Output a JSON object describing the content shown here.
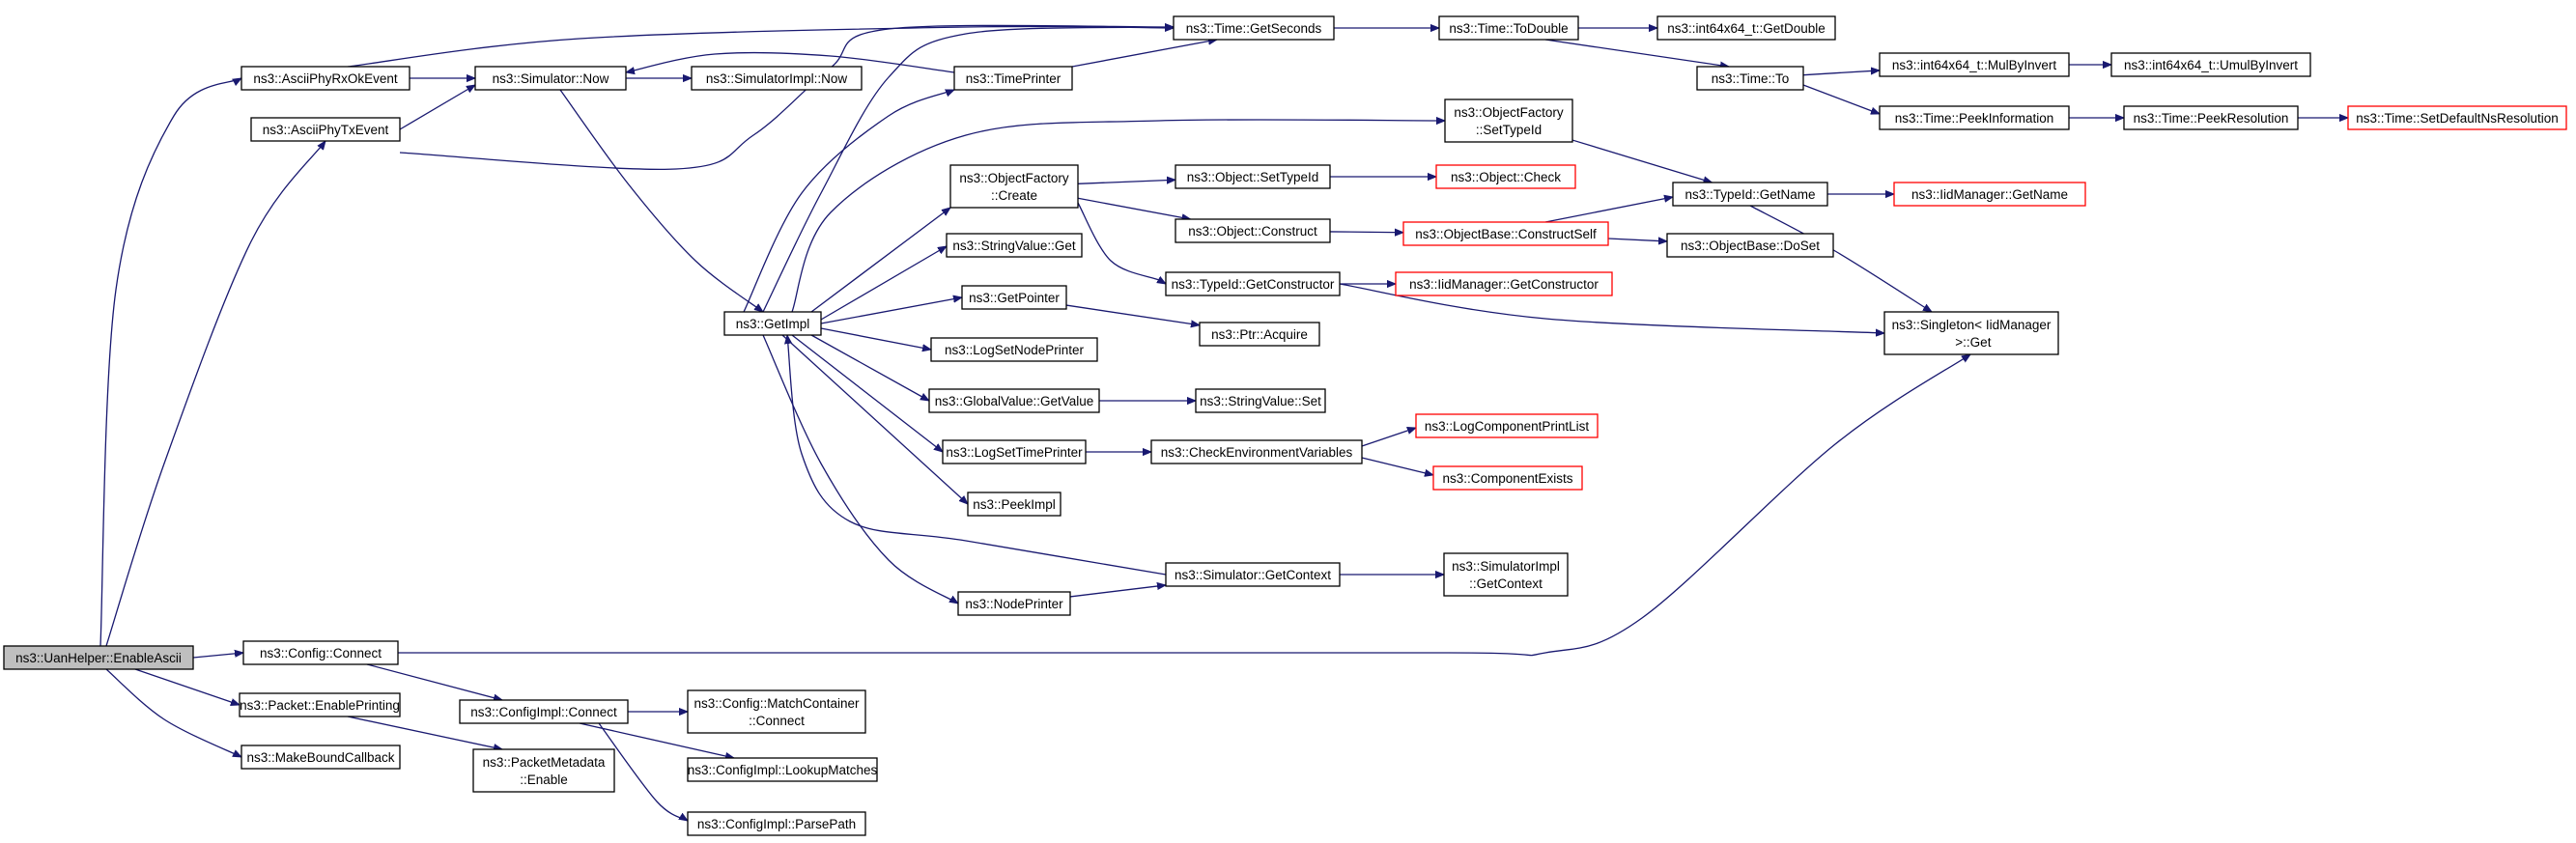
{
  "diagram": {
    "title": "",
    "colors": {
      "edge": "#191970",
      "root_fill": "#bfbfbf",
      "truncated_border": "#ff0000",
      "border": "#000000",
      "background": "#ffffff"
    },
    "nodes": [
      {
        "id": "root",
        "lines": [
          "ns3::UanHelper::EnableAscii"
        ],
        "style": "root"
      },
      {
        "id": "rx",
        "lines": [
          "ns3::AsciiPhyRxOkEvent"
        ]
      },
      {
        "id": "tx",
        "lines": [
          "ns3::AsciiPhyTxEvent"
        ]
      },
      {
        "id": "simnow",
        "lines": [
          "ns3::Simulator::Now"
        ]
      },
      {
        "id": "simimplnow",
        "lines": [
          "ns3::SimulatorImpl::Now"
        ]
      },
      {
        "id": "getimpl",
        "lines": [
          "ns3::GetImpl"
        ]
      },
      {
        "id": "timeprinter",
        "lines": [
          "ns3::TimePrinter"
        ]
      },
      {
        "id": "getseconds",
        "lines": [
          "ns3::Time::GetSeconds"
        ]
      },
      {
        "id": "todouble",
        "lines": [
          "ns3::Time::ToDouble"
        ]
      },
      {
        "id": "getdouble",
        "lines": [
          "ns3::int64x64_t::GetDouble"
        ]
      },
      {
        "id": "timeto",
        "lines": [
          "ns3::Time::To"
        ]
      },
      {
        "id": "mulbyinvert",
        "lines": [
          "ns3::int64x64_t::MulByInvert"
        ]
      },
      {
        "id": "umulbyinvert",
        "lines": [
          "ns3::int64x64_t::UmulByInvert"
        ]
      },
      {
        "id": "peekinfo",
        "lines": [
          "ns3::Time::PeekInformation"
        ]
      },
      {
        "id": "peekres",
        "lines": [
          "ns3::Time::PeekResolution"
        ]
      },
      {
        "id": "setdefres",
        "lines": [
          "ns3::Time::SetDefaultNsResolution"
        ],
        "style": "truncated"
      },
      {
        "id": "ofsettypeid",
        "lines": [
          "ns3::ObjectFactory",
          "::SetTypeId"
        ]
      },
      {
        "id": "ofcreate",
        "lines": [
          "ns3::ObjectFactory",
          "::Create"
        ]
      },
      {
        "id": "objsettypeid",
        "lines": [
          "ns3::Object::SetTypeId"
        ]
      },
      {
        "id": "objcheck",
        "lines": [
          "ns3::Object::Check"
        ],
        "style": "truncated"
      },
      {
        "id": "objconstruct",
        "lines": [
          "ns3::Object::Construct"
        ]
      },
      {
        "id": "constructself",
        "lines": [
          "ns3::ObjectBase::ConstructSelf"
        ],
        "style": "truncated"
      },
      {
        "id": "typeidgetname",
        "lines": [
          "ns3::TypeId::GetName"
        ]
      },
      {
        "id": "iidgetname",
        "lines": [
          "ns3::IidManager::GetName"
        ],
        "style": "truncated"
      },
      {
        "id": "doset",
        "lines": [
          "ns3::ObjectBase::DoSet"
        ]
      },
      {
        "id": "stringget",
        "lines": [
          "ns3::StringValue::Get"
        ]
      },
      {
        "id": "getpointer",
        "lines": [
          "ns3::GetPointer"
        ]
      },
      {
        "id": "ptracquire",
        "lines": [
          "ns3::Ptr::Acquire"
        ]
      },
      {
        "id": "getconstructor",
        "lines": [
          "ns3::TypeId::GetConstructor"
        ]
      },
      {
        "id": "iidgetconstructor",
        "lines": [
          "ns3::IidManager::GetConstructor"
        ],
        "style": "truncated"
      },
      {
        "id": "singleton",
        "lines": [
          "ns3::Singleton< IidManager",
          " >::Get"
        ]
      },
      {
        "id": "logsetnode",
        "lines": [
          "ns3::LogSetNodePrinter"
        ]
      },
      {
        "id": "gvgetvalue",
        "lines": [
          "ns3::GlobalValue::GetValue"
        ]
      },
      {
        "id": "stringset",
        "lines": [
          "ns3::StringValue::Set"
        ]
      },
      {
        "id": "logsettime",
        "lines": [
          "ns3::LogSetTimePrinter"
        ]
      },
      {
        "id": "checkenv",
        "lines": [
          "ns3::CheckEnvironmentVariables"
        ]
      },
      {
        "id": "logcompprint",
        "lines": [
          "ns3::LogComponentPrintList"
        ],
        "style": "truncated"
      },
      {
        "id": "compexists",
        "lines": [
          "ns3::ComponentExists"
        ],
        "style": "truncated"
      },
      {
        "id": "peekimpl",
        "lines": [
          "ns3::PeekImpl"
        ]
      },
      {
        "id": "simgetcontext",
        "lines": [
          "ns3::Simulator::GetContext"
        ]
      },
      {
        "id": "simimplgetcontext",
        "lines": [
          "ns3::SimulatorImpl",
          "::GetContext"
        ]
      },
      {
        "id": "nodeprinter",
        "lines": [
          "ns3::NodePrinter"
        ]
      },
      {
        "id": "configconnect",
        "lines": [
          "ns3::Config::Connect"
        ]
      },
      {
        "id": "configimplconnect",
        "lines": [
          "ns3::ConfigImpl::Connect"
        ]
      },
      {
        "id": "matchcontainer",
        "lines": [
          "ns3::Config::MatchContainer",
          "::Connect"
        ]
      },
      {
        "id": "lookupmatches",
        "lines": [
          "ns3::ConfigImpl::LookupMatches"
        ]
      },
      {
        "id": "parsepath",
        "lines": [
          "ns3::ConfigImpl::ParsePath"
        ]
      },
      {
        "id": "packetenable",
        "lines": [
          "ns3::Packet::EnablePrinting"
        ]
      },
      {
        "id": "metaenable",
        "lines": [
          "ns3::PacketMetadata",
          "::Enable"
        ]
      },
      {
        "id": "makebound",
        "lines": [
          "ns3::MakeBoundCallback"
        ]
      }
    ],
    "edges": [
      [
        "root",
        "rx"
      ],
      [
        "root",
        "tx"
      ],
      [
        "root",
        "configconnect"
      ],
      [
        "root",
        "packetenable"
      ],
      [
        "root",
        "makebound"
      ],
      [
        "rx",
        "simnow"
      ],
      [
        "rx",
        "getseconds"
      ],
      [
        "tx",
        "simnow"
      ],
      [
        "tx",
        "getseconds"
      ],
      [
        "simnow",
        "simimplnow"
      ],
      [
        "simnow",
        "getimpl"
      ],
      [
        "timeprinter",
        "simnow"
      ],
      [
        "timeprinter",
        "getseconds"
      ],
      [
        "getseconds",
        "todouble"
      ],
      [
        "todouble",
        "getdouble"
      ],
      [
        "todouble",
        "timeto"
      ],
      [
        "timeto",
        "mulbyinvert"
      ],
      [
        "timeto",
        "peekinfo"
      ],
      [
        "mulbyinvert",
        "umulbyinvert"
      ],
      [
        "peekinfo",
        "peekres"
      ],
      [
        "peekres",
        "setdefres"
      ],
      [
        "getimpl",
        "getseconds"
      ],
      [
        "getimpl",
        "timeprinter"
      ],
      [
        "getimpl",
        "ofsettypeid"
      ],
      [
        "getimpl",
        "ofcreate"
      ],
      [
        "getimpl",
        "stringget"
      ],
      [
        "getimpl",
        "getpointer"
      ],
      [
        "getimpl",
        "logsetnode"
      ],
      [
        "getimpl",
        "gvgetvalue"
      ],
      [
        "getimpl",
        "logsettime"
      ],
      [
        "getimpl",
        "peekimpl"
      ],
      [
        "getimpl",
        "nodeprinter"
      ],
      [
        "simgetcontext",
        "getimpl"
      ],
      [
        "simgetcontext",
        "simimplgetcontext"
      ],
      [
        "ofsettypeid",
        "typeidgetname"
      ],
      [
        "ofcreate",
        "objsettypeid"
      ],
      [
        "ofcreate",
        "objconstruct"
      ],
      [
        "ofcreate",
        "getconstructor"
      ],
      [
        "objsettypeid",
        "objcheck"
      ],
      [
        "objconstruct",
        "constructself"
      ],
      [
        "constructself",
        "typeidgetname"
      ],
      [
        "constructself",
        "doset"
      ],
      [
        "typeidgetname",
        "iidgetname"
      ],
      [
        "typeidgetname",
        "singleton"
      ],
      [
        "getconstructor",
        "iidgetconstructor"
      ],
      [
        "getconstructor",
        "singleton"
      ],
      [
        "getpointer",
        "ptracquire"
      ],
      [
        "gvgetvalue",
        "stringset"
      ],
      [
        "logsettime",
        "checkenv"
      ],
      [
        "checkenv",
        "logcompprint"
      ],
      [
        "checkenv",
        "compexists"
      ],
      [
        "nodeprinter",
        "simgetcontext"
      ],
      [
        "configconnect",
        "singleton"
      ],
      [
        "configconnect",
        "configimplconnect"
      ],
      [
        "configimplconnect",
        "matchcontainer"
      ],
      [
        "configimplconnect",
        "lookupmatches"
      ],
      [
        "configimplconnect",
        "parsepath"
      ],
      [
        "packetenable",
        "metaenable"
      ]
    ]
  }
}
